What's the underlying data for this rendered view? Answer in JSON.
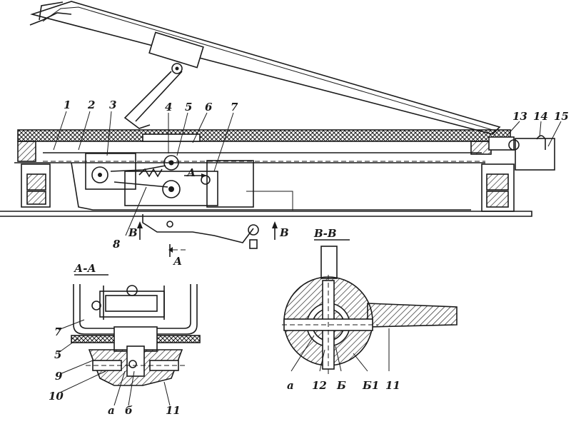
{
  "main_view": {
    "callouts": [
      "1",
      "2",
      "3",
      "4",
      "5",
      "6",
      "7",
      "8",
      "13",
      "14",
      "15"
    ],
    "section_marks": {
      "b_left": "В",
      "b_right": "В",
      "a_mark": "А",
      "a_arrow": "А"
    }
  },
  "section_aa": {
    "title": "А-А",
    "callouts": [
      "7",
      "5",
      "9",
      "10",
      "a",
      "б",
      "11"
    ]
  },
  "section_bb": {
    "title": "В-В",
    "callouts": [
      "a",
      "12",
      "Б",
      "Б1",
      "11"
    ]
  },
  "colors": {
    "ink": "#1a1a1a",
    "paper": "#ffffff"
  }
}
